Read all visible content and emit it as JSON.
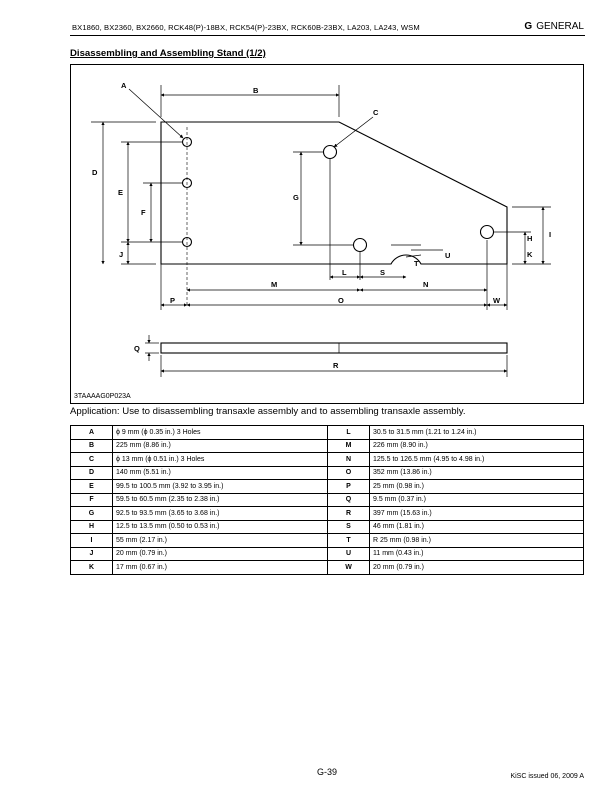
{
  "header": {
    "models": "BX1860,  BX2360,  BX2660,  RCK48(P)-18BX,  RCK54(P)-23BX,  RCK60B-23BX,  LA203,  LA243,  WSM",
    "section_letter": "G",
    "section_name": "GENERAL"
  },
  "title": "Disassembling and Assembling Stand (1/2)",
  "figure": {
    "code": "3TAAAAG0P023A",
    "labels": [
      "A",
      "B",
      "C",
      "D",
      "E",
      "F",
      "G",
      "H",
      "I",
      "J",
      "K",
      "L",
      "M",
      "N",
      "O",
      "P",
      "Q",
      "R",
      "S",
      "T",
      "U",
      "W"
    ]
  },
  "application": "Application: Use to disassembling transaxle assembly and to assembling transaxle assembly.",
  "specs": [
    {
      "lk": "A",
      "lv": "ϕ 9 mm (ϕ 0.35 in.) 3 Holes",
      "rk": "L",
      "rv": "30.5 to 31.5 mm (1.21 to 1.24 in.)"
    },
    {
      "lk": "B",
      "lv": "225 mm (8.86 in.)",
      "rk": "M",
      "rv": "226 mm (8.90 in.)"
    },
    {
      "lk": "C",
      "lv": "ϕ 13 mm (ϕ 0.51 in.) 3 Holes",
      "rk": "N",
      "rv": "125.5 to 126.5 mm (4.95 to 4.98 in.)"
    },
    {
      "lk": "D",
      "lv": "140 mm (5.51 in.)",
      "rk": "O",
      "rv": "352 mm (13.86 in.)"
    },
    {
      "lk": "E",
      "lv": "99.5 to 100.5 mm (3.92 to 3.95 in.)",
      "rk": "P",
      "rv": "25 mm (0.98 in.)"
    },
    {
      "lk": "F",
      "lv": "59.5 to 60.5 mm (2.35 to 2.38 in.)",
      "rk": "Q",
      "rv": "9.5 mm (0.37 in.)"
    },
    {
      "lk": "G",
      "lv": "92.5 to 93.5 mm (3.65 to 3.68 in.)",
      "rk": "R",
      "rv": "397 mm (15.63 in.)"
    },
    {
      "lk": "H",
      "lv": "12.5 to 13.5 mm (0.50 to 0.53 in.)",
      "rk": "S",
      "rv": "46 mm (1.81 in.)"
    },
    {
      "lk": "I",
      "lv": "55 mm (2.17 in.)",
      "rk": "T",
      "rv": "R 25 mm (0.98 in.)"
    },
    {
      "lk": "J",
      "lv": "20 mm (0.79 in.)",
      "rk": "U",
      "rv": "11 mm (0.43 in.)"
    },
    {
      "lk": "K",
      "lv": "17 mm (0.67 in.)",
      "rk": "W",
      "rv": "20 mm (0.79 in.)"
    }
  ],
  "footer": {
    "page": "G-39",
    "issue": "KiSC issued 06, 2009 A"
  }
}
